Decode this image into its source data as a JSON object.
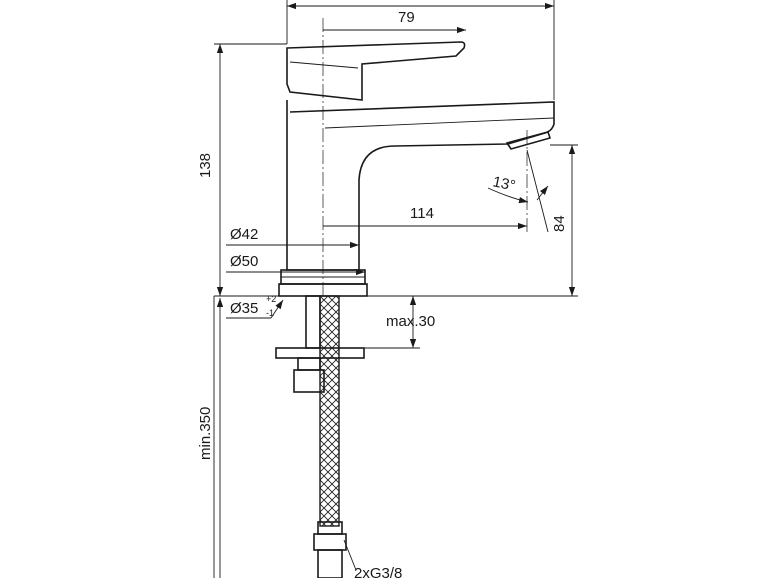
{
  "dimensions": {
    "width_top": "79",
    "height_total": "138",
    "reach": "114",
    "spout_height": "84",
    "angle": "13°",
    "dia_body": "Ø42",
    "dia_base": "Ø50",
    "hole_dia": "Ø35",
    "hole_tol_plus": "+2",
    "hole_tol_minus": "-1",
    "max_deck": "max.30",
    "hose_length": "min.350",
    "connection": "2xG3/8"
  }
}
